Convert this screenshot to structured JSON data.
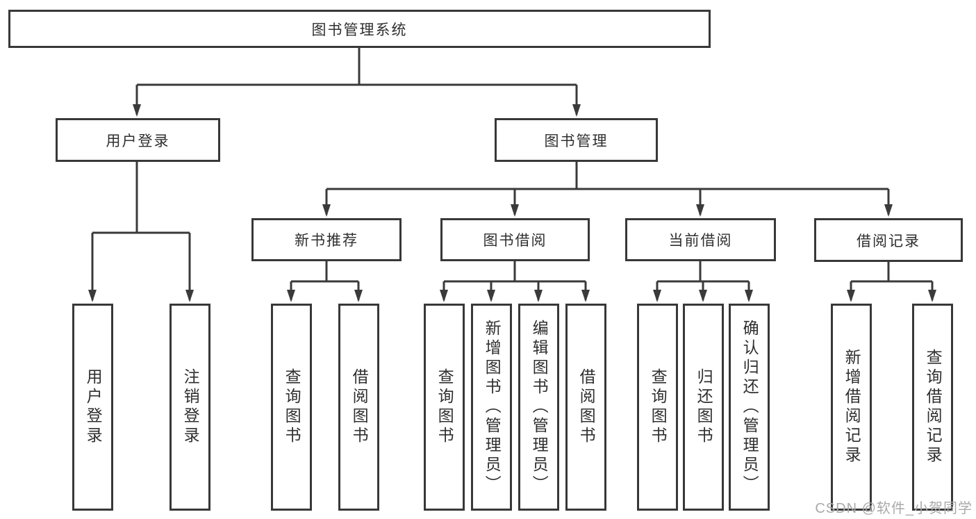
{
  "diagram": {
    "title": "图书管理系统",
    "root": {
      "label": "图书管理系统"
    },
    "branches": [
      {
        "label": "用户登录",
        "children": [
          "用户登录",
          "注销登录"
        ]
      },
      {
        "label": "图书管理",
        "modules": [
          {
            "label": "新书推荐",
            "children": [
              "查询图书",
              "借阅图书"
            ]
          },
          {
            "label": "图书借阅",
            "children": [
              "查询图书",
              "新增图书（管理员）",
              "编辑图书（管理员）",
              "借阅图书"
            ]
          },
          {
            "label": "当前借阅",
            "children": [
              "查询图书",
              "归还图书",
              "确认归还（管理员）"
            ]
          },
          {
            "label": "借阅记录",
            "children": [
              "新增借阅记录",
              "查询借阅记录"
            ]
          }
        ]
      }
    ],
    "colors": {
      "line": "#3a3a3a",
      "border": "#383838",
      "text": "#2f2f2f",
      "background": "#ffffff",
      "watermark": "#a9a9a9"
    }
  },
  "watermark": {
    "text": "CSDN @软件_小贺同学"
  }
}
